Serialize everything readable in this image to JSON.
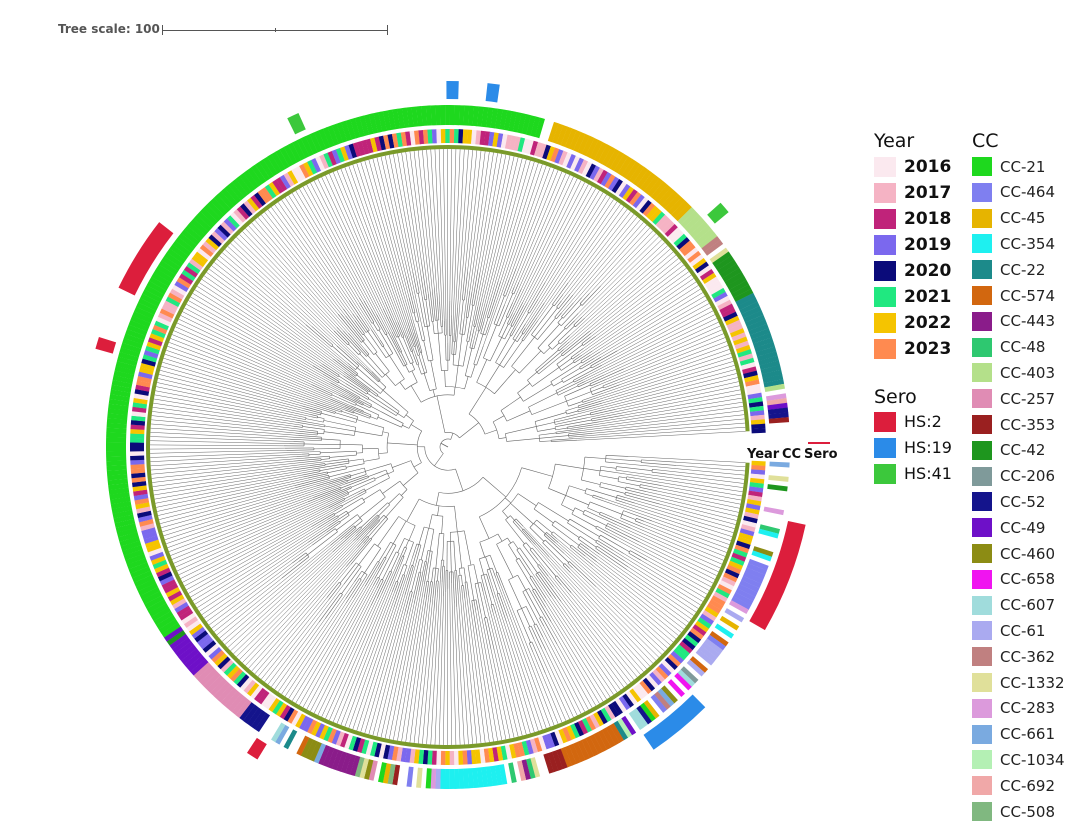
{
  "scale": {
    "label": "Tree scale: 100"
  },
  "ring_labels": {
    "year": "Year",
    "cc": "CC",
    "sero": "Sero"
  },
  "legend_year": {
    "title": "Year",
    "items": [
      {
        "label": "2016",
        "color": "#fbe9ef"
      },
      {
        "label": "2017",
        "color": "#f5b3c4"
      },
      {
        "label": "2018",
        "color": "#c0237a"
      },
      {
        "label": "2019",
        "color": "#7b68ee"
      },
      {
        "label": "2020",
        "color": "#0b0b7a"
      },
      {
        "label": "2021",
        "color": "#20e880"
      },
      {
        "label": "2022",
        "color": "#f5c400"
      },
      {
        "label": "2023",
        "color": "#ff8a50"
      }
    ]
  },
  "legend_sero": {
    "title": "Sero",
    "items": [
      {
        "label": "HS:2",
        "color": "#dc1e3c"
      },
      {
        "label": "HS:19",
        "color": "#2b8be8"
      },
      {
        "label": "HS:41",
        "color": "#3cc83c"
      }
    ]
  },
  "legend_cc": {
    "title": "CC",
    "items": [
      {
        "label": "CC-21",
        "color": "#1ed81e"
      },
      {
        "label": "CC-464",
        "color": "#7f7ff0"
      },
      {
        "label": "CC-45",
        "color": "#e6b400"
      },
      {
        "label": "CC-354",
        "color": "#1ef0f0"
      },
      {
        "label": "CC-22",
        "color": "#1c8a8a"
      },
      {
        "label": "CC-574",
        "color": "#d2670f"
      },
      {
        "label": "CC-443",
        "color": "#8a1c8a"
      },
      {
        "label": "CC-48",
        "color": "#2ec870"
      },
      {
        "label": "CC-403",
        "color": "#b4e08a"
      },
      {
        "label": "CC-257",
        "color": "#e08cb4"
      },
      {
        "label": "CC-353",
        "color": "#9a2020"
      },
      {
        "label": "CC-42",
        "color": "#1e961e"
      },
      {
        "label": "CC-206",
        "color": "#7f9a9a"
      },
      {
        "label": "CC-52",
        "color": "#14148c"
      },
      {
        "label": "CC-49",
        "color": "#6e10c8"
      },
      {
        "label": "CC-460",
        "color": "#8c8c14"
      },
      {
        "label": "CC-658",
        "color": "#f014f0"
      },
      {
        "label": "CC-607",
        "color": "#a0dcdc"
      },
      {
        "label": "CC-61",
        "color": "#aaaaf0"
      },
      {
        "label": "CC-362",
        "color": "#c08080"
      },
      {
        "label": "CC-1332",
        "color": "#e0e09a"
      },
      {
        "label": "CC-283",
        "color": "#dc9adc"
      },
      {
        "label": "CC-661",
        "color": "#7aaae0"
      },
      {
        "label": "CC-1034",
        "color": "#b4f0b4"
      },
      {
        "label": "CC-692",
        "color": "#f0a8a8"
      },
      {
        "label": "CC-508",
        "color": "#80b880"
      }
    ]
  },
  "tree_colors": {
    "branch": "#666666",
    "leaf_ring": "#7a9a2a"
  },
  "cc_blocks": [
    {
      "cc": "CC-21",
      "from": 178,
      "to": 352
    },
    {
      "cc": "CC-464",
      "from": 22,
      "to": 32
    },
    {
      "cc": "CC-45",
      "from": 354,
      "to": 388
    },
    {
      "cc": "CC-403",
      "from": 388,
      "to": 396
    },
    {
      "cc": "CC-362",
      "from": 396,
      "to": 398
    },
    {
      "cc": "CC-42",
      "from": 400,
      "to": 410
    },
    {
      "cc": "CC-22",
      "from": 410,
      "to": 430
    },
    {
      "cc": "CC-206",
      "from": 70,
      "to": 72
    },
    {
      "cc": "CC-257",
      "from": 155,
      "to": 168
    },
    {
      "cc": "CC-49",
      "from": 168,
      "to": 176
    },
    {
      "cc": "CC-52",
      "from": 150,
      "to": 155
    },
    {
      "cc": "CC-443",
      "from": 128,
      "to": 136
    },
    {
      "cc": "CC-460",
      "from": 137,
      "to": 140
    },
    {
      "cc": "CC-354",
      "from": 96,
      "to": 110
    },
    {
      "cc": "CC-574",
      "from": 70,
      "to": 83
    },
    {
      "cc": "CC-353",
      "from": 83,
      "to": 87
    },
    {
      "cc": "CC-607",
      "from": 64,
      "to": 66
    },
    {
      "cc": "CC-61",
      "from": 42,
      "to": 46
    }
  ],
  "sero_blocks": [
    {
      "sero": "HS:2",
      "from": 12,
      "to": 33
    },
    {
      "sero": "HS:2",
      "from": 252,
      "to": 266
    },
    {
      "sero": "HS:19",
      "from": 53,
      "to": 65
    }
  ]
}
